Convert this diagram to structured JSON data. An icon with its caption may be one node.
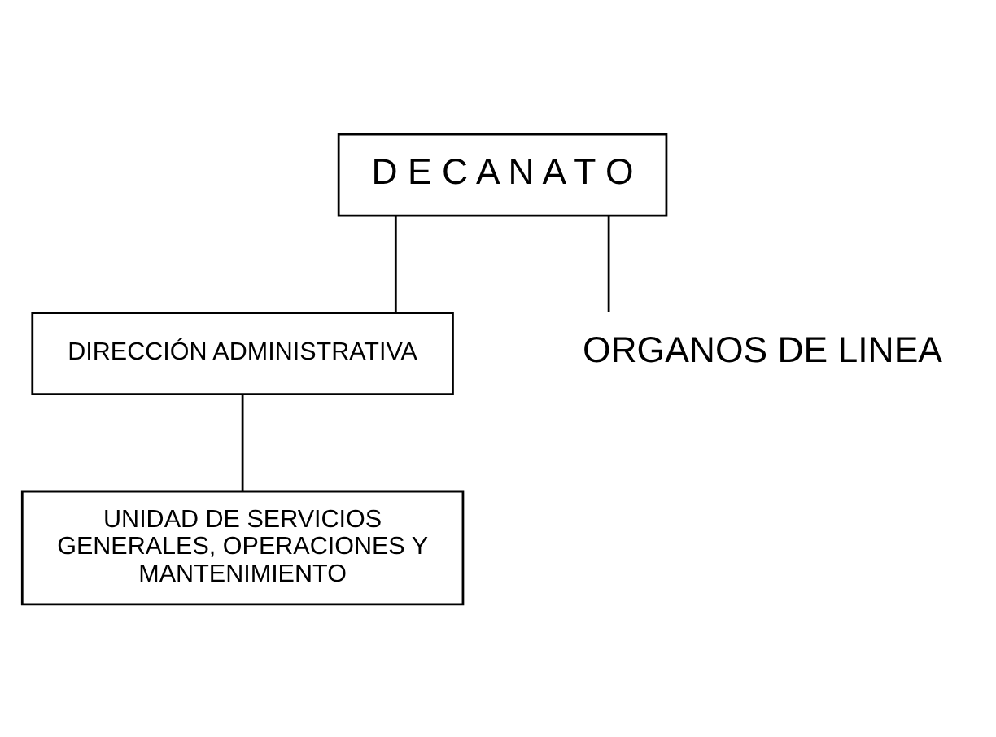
{
  "diagram": {
    "nodes": [
      {
        "text": [
          "D E C A N A T O"
        ]
      },
      {
        "text": [
          "DIRECCIÓN ADMINISTRATIVA"
        ]
      },
      {
        "text": [
          "UNIDAD DE SERVICIOS GENERALES, OPERACIONES Y MANTENIMIENTO"
        ]
      },
      {
        "text": [
          "ORGANOS DE LINEA"
        ]
      }
    ],
    "edges": [
      {
        "from": 0,
        "to": 1,
        "arrow": "none"
      },
      {
        "from": 1,
        "to": 2,
        "arrow": "none"
      },
      {
        "from": 0,
        "to": 3,
        "arrow": "none"
      }
    ]
  }
}
